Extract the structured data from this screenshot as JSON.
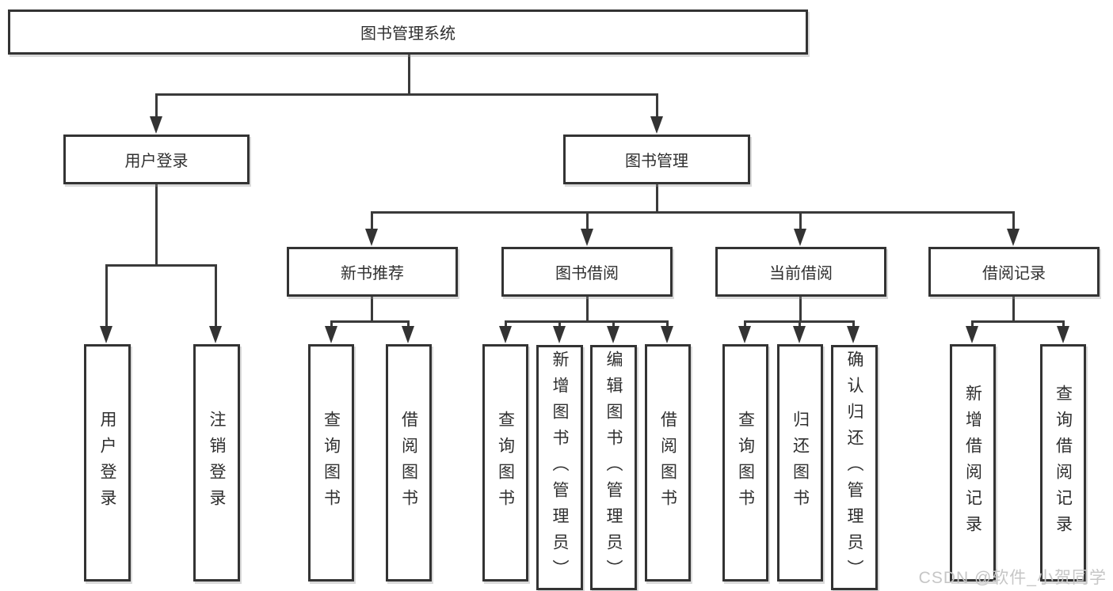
{
  "tree": {
    "root": {
      "label": "图书管理系统"
    },
    "branches": [
      {
        "label": "用户登录",
        "children": [
          {
            "label": "用户登录"
          },
          {
            "label": "注销登录"
          }
        ]
      },
      {
        "label": "图书管理",
        "children": [
          {
            "label": "新书推荐",
            "children": [
              {
                "label": "查询图书"
              },
              {
                "label": "借阅图书"
              }
            ]
          },
          {
            "label": "图书借阅",
            "children": [
              {
                "label": "查询图书"
              },
              {
                "label": "新增图书（管理员）"
              },
              {
                "label": "编辑图书（管理员）"
              },
              {
                "label": "借阅图书"
              }
            ]
          },
          {
            "label": "当前借阅",
            "children": [
              {
                "label": "查询图书"
              },
              {
                "label": "归还图书"
              },
              {
                "label": "确认归还（管理员）"
              }
            ]
          },
          {
            "label": "借阅记录",
            "children": [
              {
                "label": "新增借阅记录"
              },
              {
                "label": "查询借阅记录"
              }
            ]
          }
        ]
      }
    ]
  },
  "watermark": "CSDN @软件_小贺同学",
  "colors": {
    "line": "#3a3a3a",
    "box_border": "#333333",
    "text": "#2f2f2f",
    "watermark_text": "#c6c6c6",
    "background": "#ffffff"
  }
}
